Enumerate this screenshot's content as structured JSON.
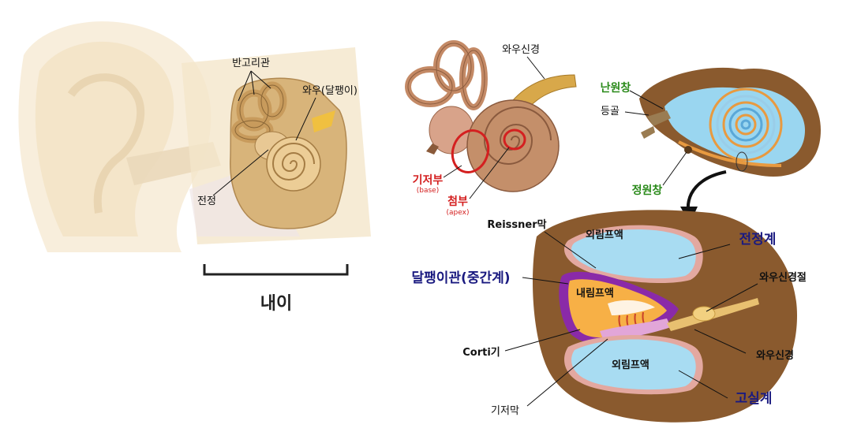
{
  "left_panel": {
    "semicircular_canals": "반고리관",
    "cochlea": "와우(달팽이)",
    "vestibule": "전정",
    "inner_ear": "내이"
  },
  "middle_panel": {
    "cochlear_nerve": "와우신경",
    "base_ko": "기저부",
    "base_en": "(base)",
    "apex_ko": "첨부",
    "apex_en": "(apex)"
  },
  "right_top_panel": {
    "oval_window": "난원창",
    "stapes": "등골",
    "round_window": "정원창"
  },
  "cross_section": {
    "reissner": "Reissner막",
    "perilymph_top": "외림프액",
    "scala_vestibuli": "전정계",
    "cochlear_duct": "달팽이관(중간계)",
    "endolymph": "내림프액",
    "spiral_ganglion": "와우신경절",
    "corti": "Corti기",
    "cochlear_nerve": "와우신경",
    "perilymph_bottom": "외림프액",
    "scala_tympani": "고실계",
    "basilar_membrane": "기저막"
  },
  "colors": {
    "label_blue": "#1a1a80",
    "label_green": "#2a8a1a",
    "label_red": "#d42020",
    "perilymph": "#a8dcf2",
    "cochlea_brown": "#8a5a2e"
  }
}
